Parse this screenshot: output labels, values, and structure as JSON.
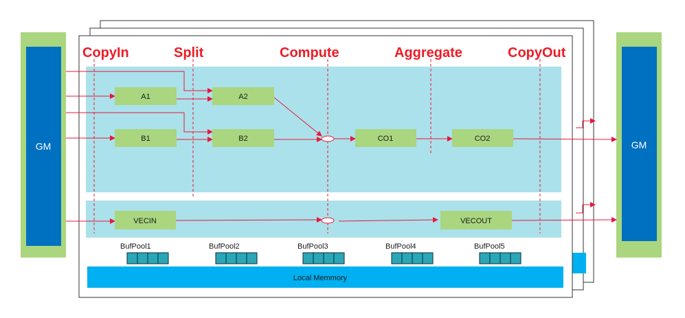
{
  "stages": [
    "CopyIn",
    "Split",
    "Compute",
    "Aggregate",
    "CopyOut"
  ],
  "gm": {
    "left_label": "GM",
    "right_label": "GM"
  },
  "blocks": {
    "a1": "A1",
    "a2": "A2",
    "b1": "B1",
    "b2": "B2",
    "co1": "CO1",
    "co2": "CO2",
    "vecin": "VECIN",
    "vecout": "VECOUT"
  },
  "buf_pools": [
    "BufPool1",
    "BufPool2",
    "BufPool3",
    "BufPool4",
    "BufPool5"
  ],
  "local_memory": "Local Memmory",
  "colors": {
    "gm_outer": "#a9d67f",
    "gm_inner": "#0070c0",
    "compute_area": "#abe1ea",
    "block_fill": "#a9d67f",
    "stage_text": "#ee1c25",
    "arrow": "#e8173c",
    "buffer_cell": "#2aa7b7",
    "local_memory": "#00b0f0"
  }
}
